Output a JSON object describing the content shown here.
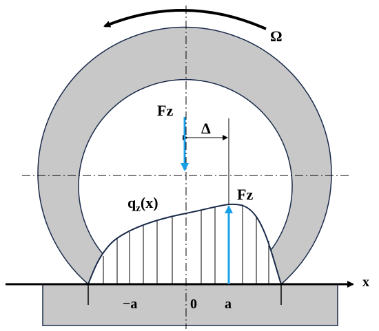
{
  "labels": {
    "omega": "Ω",
    "force_applied": "Fz",
    "force_reaction": "Fz",
    "offset": "Δ",
    "pressure_base": "q",
    "pressure_sub": "z",
    "pressure_arg": "(x)",
    "x_axis": "x",
    "tick_neg_a": "−a",
    "tick_zero": "0",
    "tick_a": "a"
  },
  "colors": {
    "tire": "#c8c8c8",
    "ground": "#c8c8c8",
    "outline": "#1a2a4a",
    "force_arrow": "#1aa0e8",
    "line": "#000000"
  }
}
